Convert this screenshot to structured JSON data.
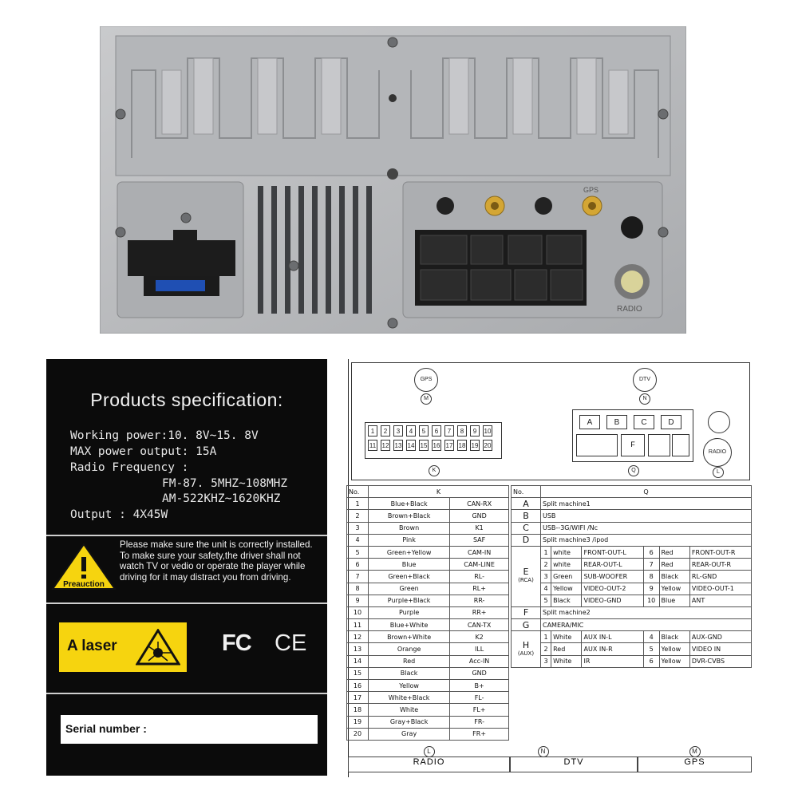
{
  "spec": {
    "title": "Products specification:",
    "working_power": "Working power:10. 8V~15. 8V",
    "max_power": "MAX power output: 15A",
    "radio_freq": "Radio Frequency :",
    "fm": "FM-87. 5MHZ~108MHZ",
    "am": "AM-522KHZ~1620KHZ",
    "output": "Output : 4X45W",
    "warning_label": "Preauction",
    "warning_text": "Please make sure the unit is correctly installed. To make sure your safety,the driver shall not watch TV or vedio or operate the player while driving for it may distract you from driving.",
    "laser_label": "A laser",
    "fcc": "FC",
    "ce": "CE",
    "serial_label": "Serial number :"
  },
  "photo": {
    "gps_label": "GPS",
    "radio_label": "RADIO"
  },
  "diagram": {
    "gps": "GPS",
    "dtv": "DTV",
    "radio": "RADIO",
    "m": "M",
    "n": "N",
    "k": "K",
    "q": "Q",
    "l": "L",
    "blocks": [
      "A",
      "B",
      "C",
      "D"
    ],
    "f_label": "F",
    "e_label": "E",
    "g_label": "G",
    "h_label": "H",
    "pins_top": [
      "1",
      "2",
      "3",
      "4",
      "5",
      "6",
      "7",
      "8",
      "9",
      "10"
    ],
    "pins_bottom": [
      "11",
      "12",
      "13",
      "14",
      "15",
      "16",
      "17",
      "18",
      "19",
      "20"
    ]
  },
  "left_table": {
    "header_no": "No.",
    "header_k": "K",
    "rows": [
      [
        "1",
        "Blue+Black",
        "CAN-RX"
      ],
      [
        "2",
        "Brown+Black",
        "GND"
      ],
      [
        "3",
        "Brown",
        "K1"
      ],
      [
        "4",
        "Pink",
        "SAF"
      ],
      [
        "5",
        "Green+Yellow",
        "CAM-IN"
      ],
      [
        "6",
        "Blue",
        "CAM-LINE"
      ],
      [
        "7",
        "Green+Black",
        "RL-"
      ],
      [
        "8",
        "Green",
        "RL+"
      ],
      [
        "9",
        "Purple+Black",
        "RR-"
      ],
      [
        "10",
        "Purple",
        "RR+"
      ],
      [
        "11",
        "Blue+White",
        "CAN-TX"
      ],
      [
        "12",
        "Brown+White",
        "K2"
      ],
      [
        "13",
        "Orange",
        "ILL"
      ],
      [
        "14",
        "Red",
        "Acc-IN"
      ],
      [
        "15",
        "Black",
        "GND"
      ],
      [
        "16",
        "Yellow",
        "B+"
      ],
      [
        "17",
        "White+Black",
        "FL-"
      ],
      [
        "18",
        "White",
        "FL+"
      ],
      [
        "19",
        "Gray+Black",
        "FR-"
      ],
      [
        "20",
        "Gray",
        "FR+"
      ]
    ]
  },
  "right_table": {
    "header_no": "No.",
    "header_q": "Q",
    "a": "Split machine1",
    "b": "USB",
    "c": "USB--3G/WIFI /Nc",
    "d": "Split machine3 /ipod",
    "e_sub": "(RCA)",
    "e_rows": [
      [
        "1",
        "white",
        "FRONT-OUT-L",
        "6",
        "Red",
        "FRONT-OUT-R"
      ],
      [
        "2",
        "white",
        "REAR-OUT-L",
        "7",
        "Red",
        "REAR-OUT-R"
      ],
      [
        "3",
        "Green",
        "SUB-WOOFER",
        "8",
        "Black",
        "RL-GND"
      ],
      [
        "4",
        "Yellow",
        "VIDEO-OUT-2",
        "9",
        "Yellow",
        "VIDEO-OUT-1"
      ],
      [
        "5",
        "Black",
        "VIDEO-GND",
        "10",
        "Blue",
        "ANT"
      ]
    ],
    "f": "Split machine2",
    "g": "CAMERA/MIC",
    "h_sub": "(AUX)",
    "h_rows": [
      [
        "1",
        "White",
        "AUX IN-L",
        "4",
        "Black",
        "AUX-GND"
      ],
      [
        "2",
        "Red",
        "AUX IN-R",
        "5",
        "Yellow",
        "VIDEO IN"
      ],
      [
        "3",
        "White",
        "IR",
        "6",
        "Yellow",
        "DVR-CVBS"
      ]
    ]
  },
  "footer": {
    "l_mark": "L",
    "n_mark": "N",
    "m_mark": "M",
    "radio": "RADIO",
    "dtv": "DTV",
    "gps": "GPS"
  }
}
